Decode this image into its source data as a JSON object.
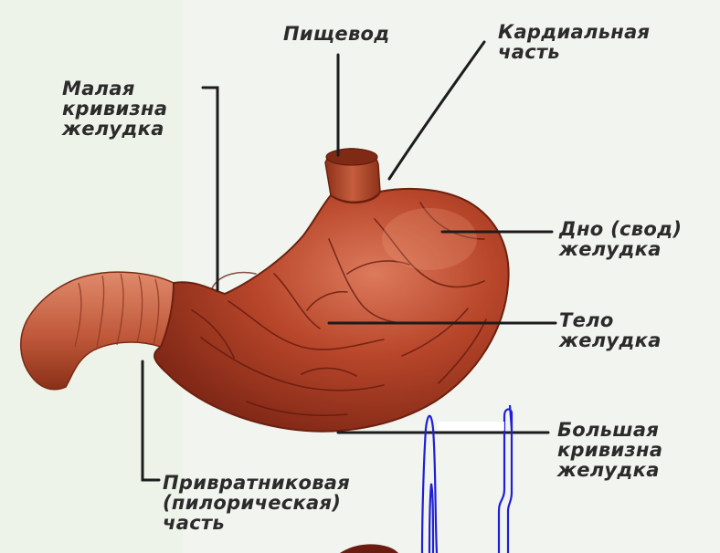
{
  "labels": {
    "esophagus": "Пищевод",
    "cardiac_part": "Кардиальная\nчасть",
    "lesser_curvature": "Малая\nкривизна\nжелудка",
    "fundus": "Дно (свод)\nжелудка",
    "body": "Тело\nжелудка",
    "greater_curvature": "Большая\nкривизна\nжелудка",
    "pyloric_part": "Привратниковая\n(пилорическая)\nчасть"
  },
  "colors": {
    "background": "#f2f4ef",
    "stomach_main": "#b8462a",
    "stomach_dark": "#7a2414",
    "stomach_light": "#d9735a",
    "vessel": "#5e170c",
    "leader_line": "#1c1c1c",
    "overlay_stroke": "#1f1fd6"
  }
}
